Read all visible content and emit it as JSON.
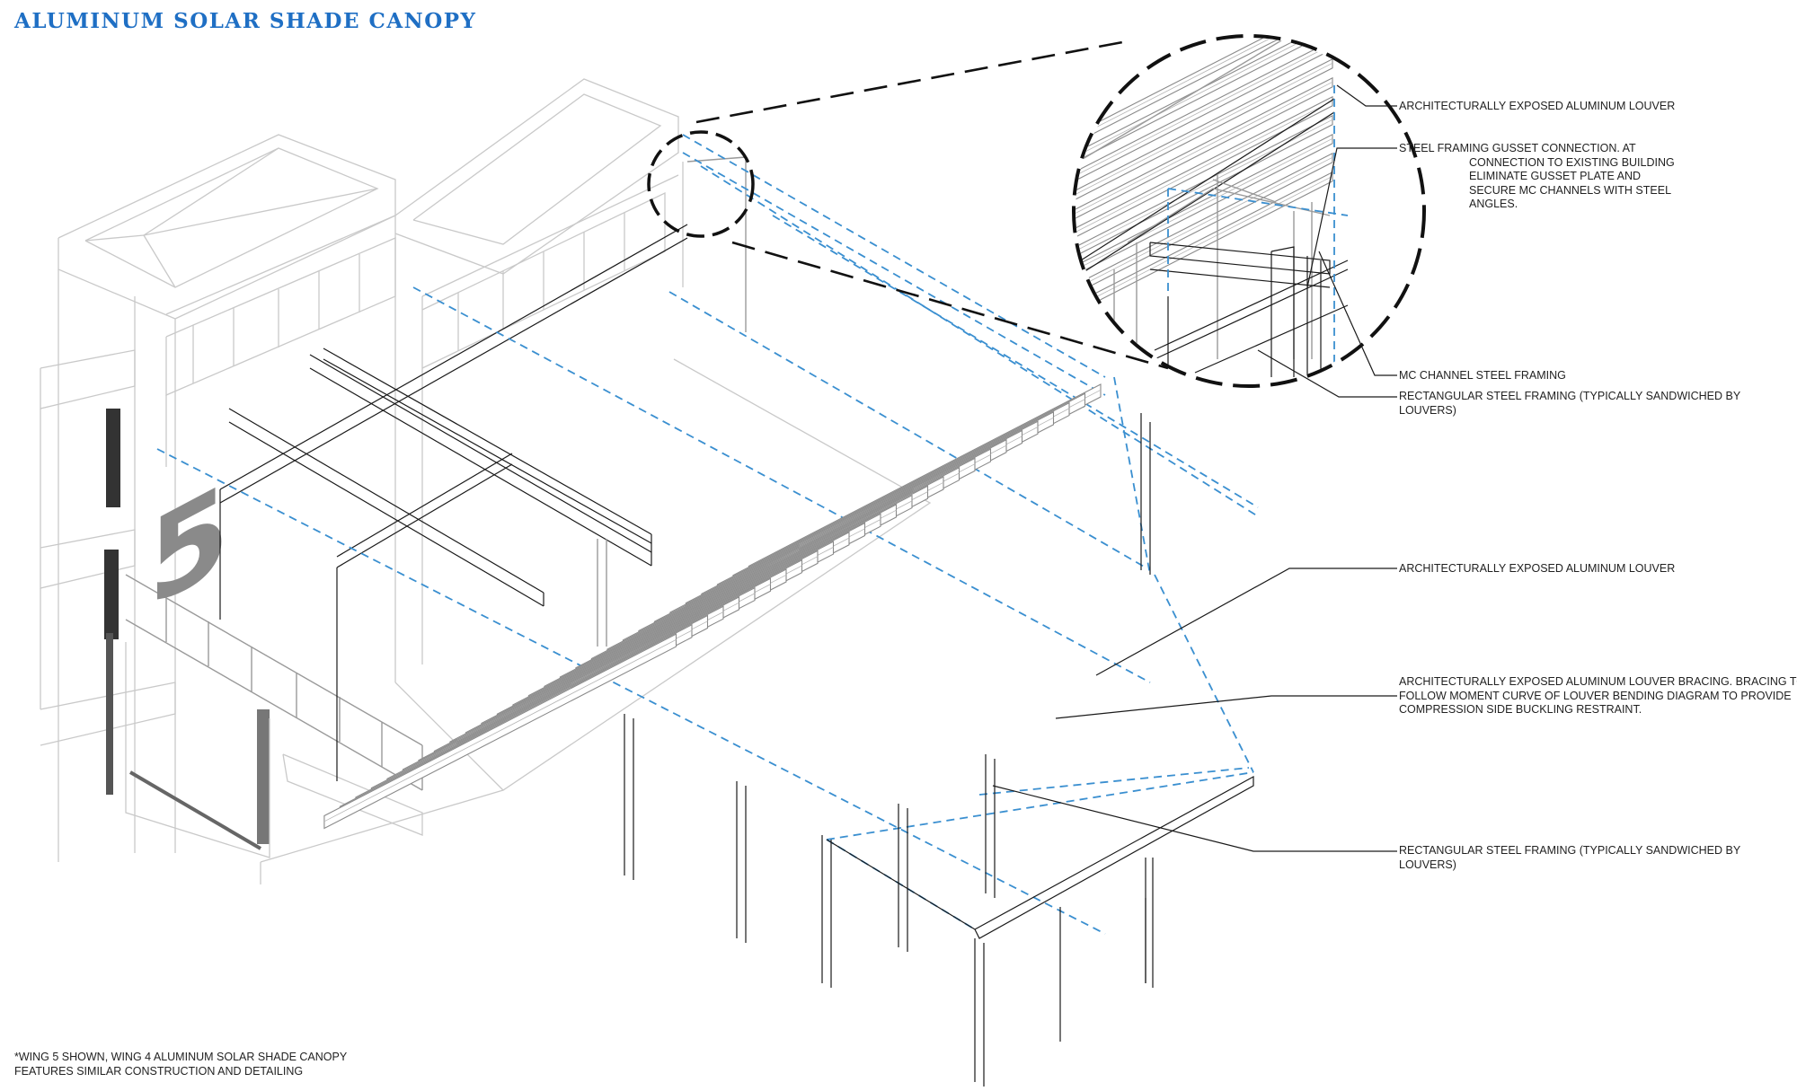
{
  "title": "ALUMINUM SOLAR SHADE CANOPY",
  "building_number": "5",
  "callouts": {
    "detail_louver": "ARCHITECTURALLY EXPOSED ALUMINUM LOUVER",
    "gusset_line1": "STEEL FRAMING GUSSET CONNECTION. AT",
    "gusset_line2": "CONNECTION TO EXISTING BUILDING",
    "gusset_line3": "ELIMINATE GUSSET PLATE AND",
    "gusset_line4": "SECURE MC CHANNELS WITH STEEL",
    "gusset_line5": "ANGLES.",
    "mc_channel": "MC CHANNEL STEEL FRAMING",
    "detail_rect_line1": "RECTANGULAR STEEL FRAMING (TYPICALLY SANDWICHED BY",
    "detail_rect_line2": "LOUVERS)",
    "louver": "ARCHITECTURALLY EXPOSED ALUMINUM LOUVER",
    "bracing_line1": "ARCHITECTURALLY EXPOSED ALUMINUM LOUVER BRACING. BRACING TO",
    "bracing_line2": "FOLLOW MOMENT CURVE OF LOUVER BENDING DIAGRAM TO PROVIDE",
    "bracing_line3": "COMPRESSION SIDE BUCKLING RESTRAINT.",
    "rect_line1": "RECTANGULAR STEEL FRAMING (TYPICALLY SANDWICHED BY",
    "rect_line2": "LOUVERS)"
  },
  "footnote_line1": "*WING 5 SHOWN, WING 4 ALUMINUM SOLAR SHADE CANOPY",
  "footnote_line2": "FEATURES SIMILAR CONSTRUCTION AND DETAILING",
  "colors": {
    "title": "#1f6fc4",
    "guide_lines": "#3a8fd0",
    "building": "#c9c9c9",
    "ink": "#1a1a1a"
  }
}
